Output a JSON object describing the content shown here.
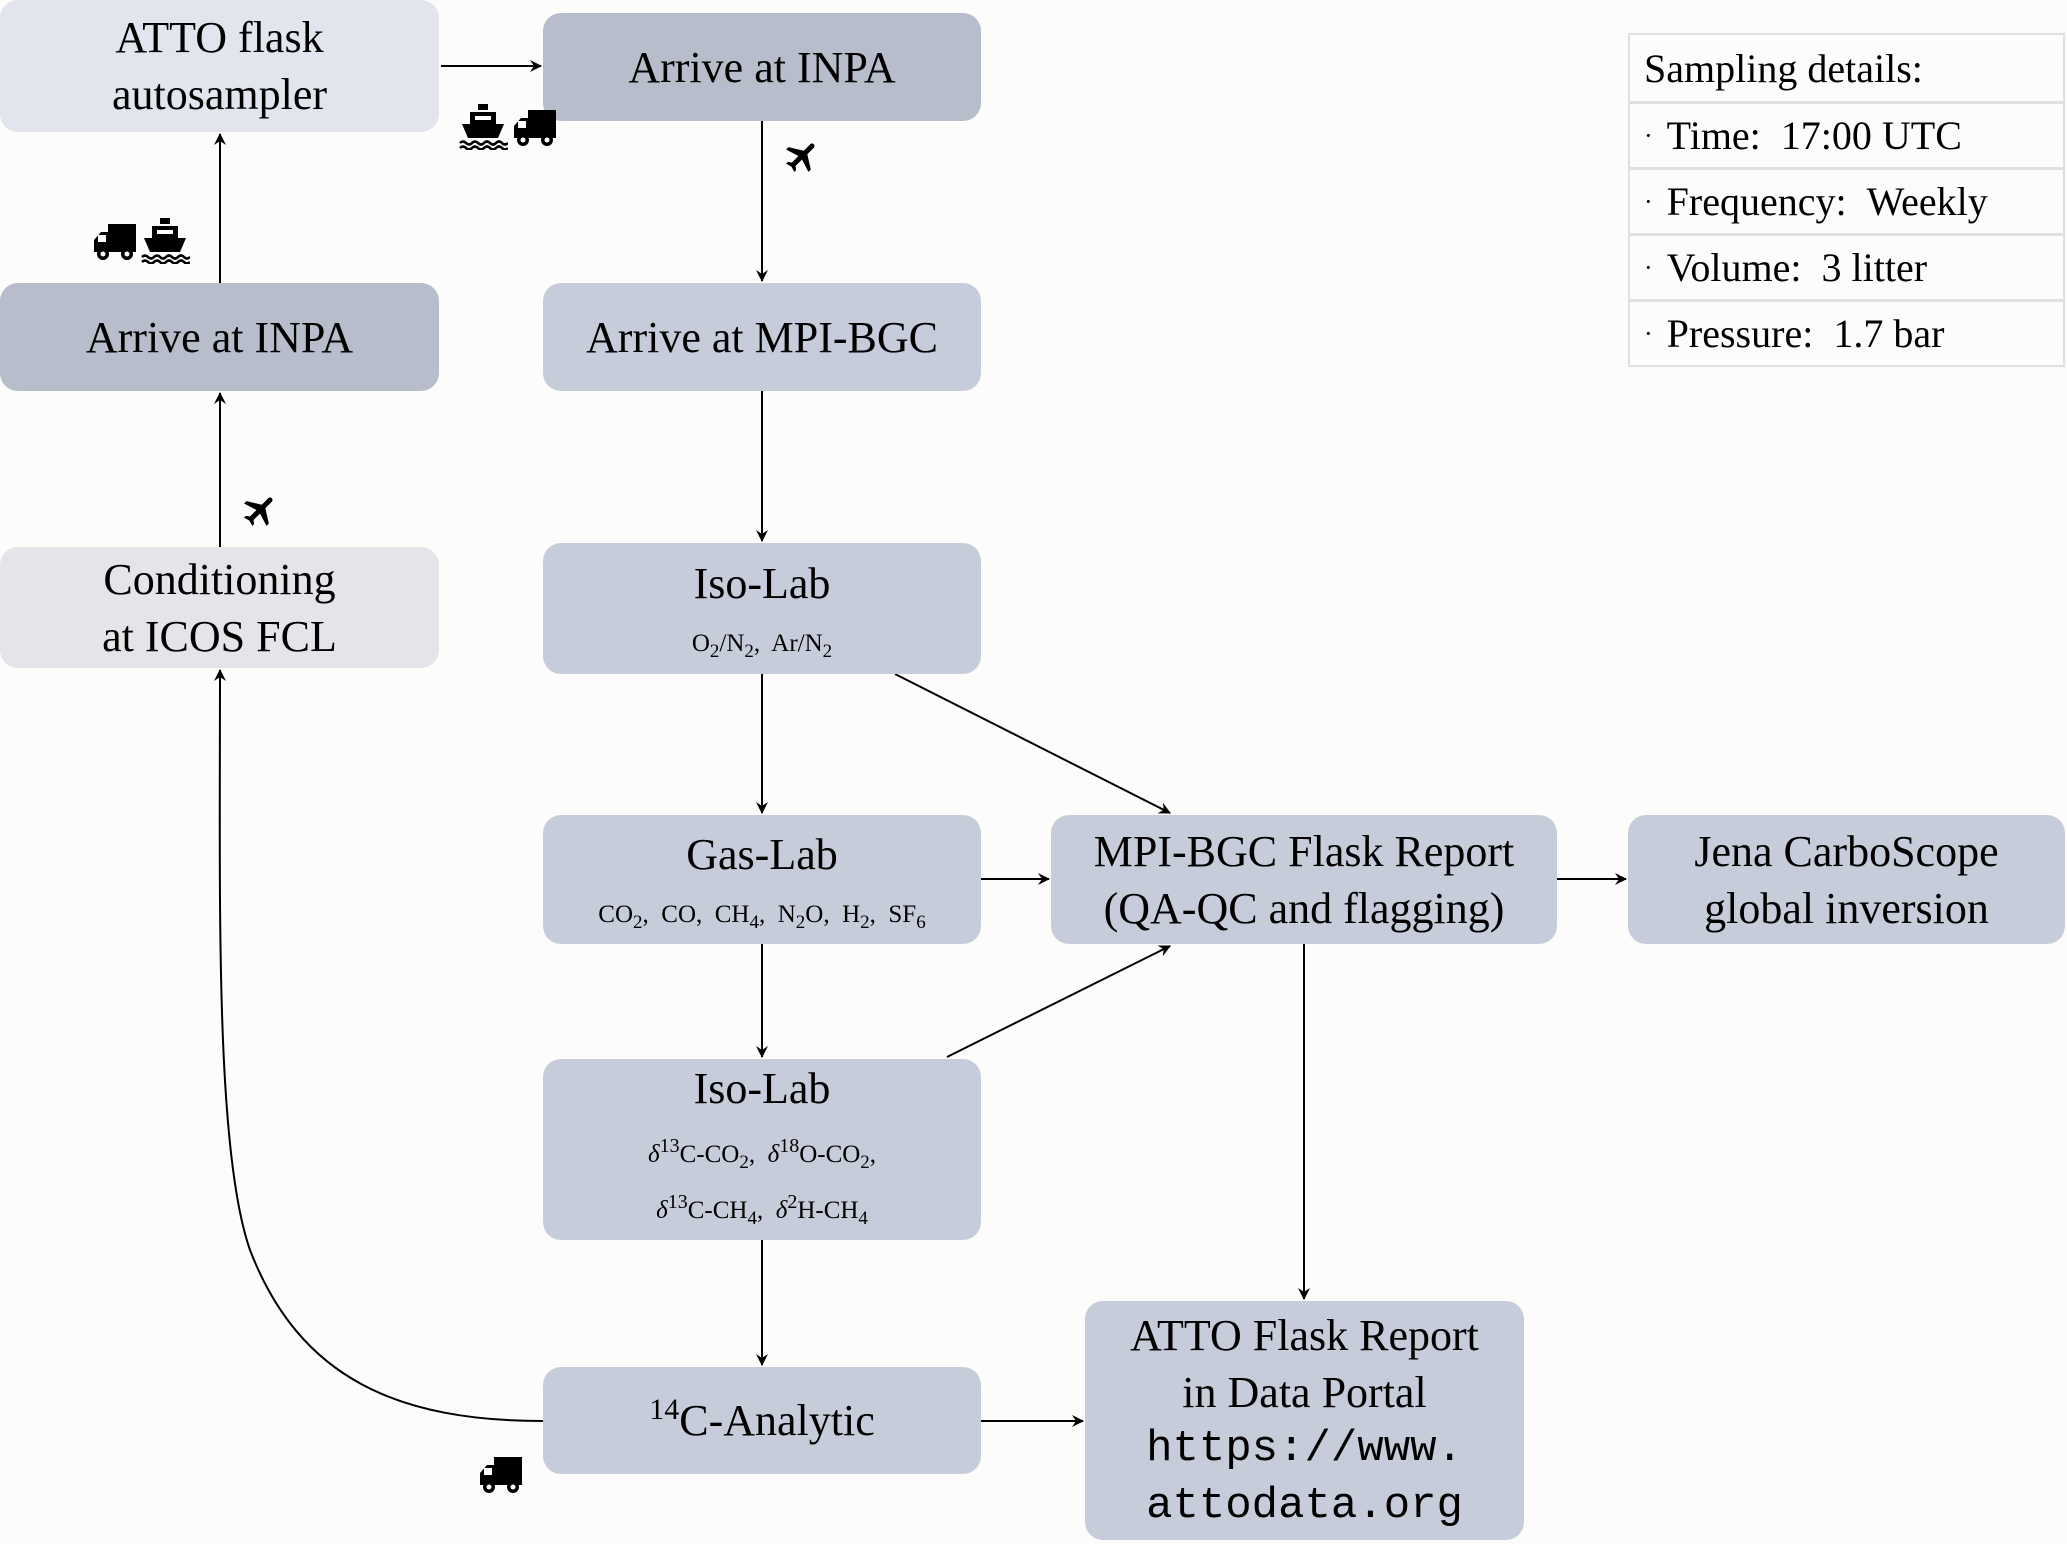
{
  "nodes": {
    "autosampler": {
      "lines": [
        "ATTO flask",
        "autosampler"
      ]
    },
    "arrive_inpa_top": {
      "label": "Arrive at INPA"
    },
    "arrive_inpa_left": {
      "label": "Arrive at INPA"
    },
    "arrive_mpi": {
      "label": "Arrive at MPI-BGC"
    },
    "conditioning": {
      "lines": [
        "Conditioning",
        "at ICOS FCL"
      ]
    },
    "isolab1": {
      "label": "Iso-Lab",
      "species": [
        "O2/N2",
        "Ar/N2"
      ]
    },
    "gaslab": {
      "label": "Gas-Lab",
      "species": [
        "CO2",
        "CO",
        "CH4",
        "N2O",
        "H2",
        "SF6"
      ]
    },
    "mpi_report": {
      "lines": [
        "MPI-BGC Flask Report",
        "(QA-QC and flagging)"
      ]
    },
    "jena": {
      "lines": [
        "Jena CarboScope",
        "global inversion"
      ]
    },
    "isolab2": {
      "label": "Iso-Lab",
      "species": [
        "δ13C-CO2",
        "δ18O-CO2",
        "δ13C-CH4",
        "δ2H-CH4"
      ]
    },
    "c14": {
      "superscript": "14",
      "label": "C-Analytic"
    },
    "atto_report": {
      "lines": [
        "ATTO Flask Report",
        "in Data Portal"
      ],
      "url_lines": [
        "https://www.",
        "attodata.org"
      ]
    }
  },
  "transport_icons": {
    "autosampler_to_inpa": [
      "ship-icon",
      "truck-icon"
    ],
    "inpa_left_to_autosampler": [
      "truck-icon",
      "ship-icon"
    ],
    "inpa_to_mpi": [
      "airplane-icon"
    ],
    "conditioning_to_inpa": [
      "airplane-icon"
    ],
    "c14_to_conditioning": [
      "truck-icon"
    ]
  },
  "sampling_details": {
    "header": "Sampling details:",
    "items": [
      {
        "key": "Time:",
        "value": "17:00 UTC"
      },
      {
        "key": "Frequency:",
        "value": "Weekly"
      },
      {
        "key": "Volume:",
        "value": "3 litter"
      },
      {
        "key": "Pressure:",
        "value": "1.7 bar"
      }
    ]
  },
  "colors": {
    "autosampler": "#e2e5ee",
    "inpa": "#b7bdca",
    "lab": "#c7ccdb",
    "conditioning": "#e4e5e8"
  }
}
